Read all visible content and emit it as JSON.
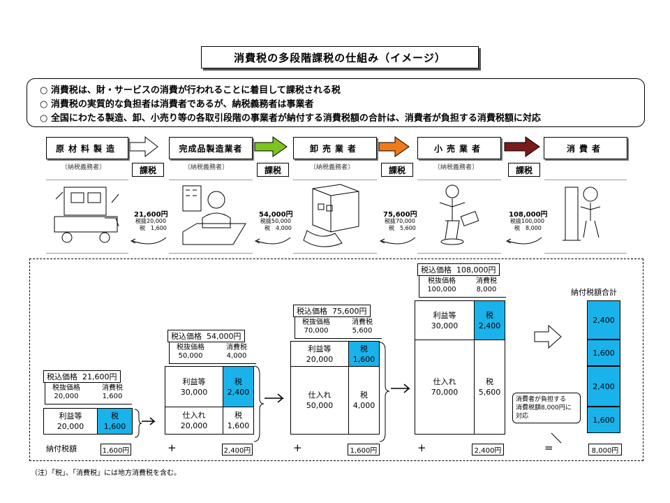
{
  "title": "消費税の多段階課税の仕組み（イメージ）",
  "intro": [
    "○ 消費税は、財・サービスの消費が行われることに着目して課税される税",
    "○ 消費税の実質的な負担者は消費者であるが、納税義務者は事業者",
    "○ 全国にわたる製造、卸、小売り等の各取引段階の事業者が納付する消費税額の合計は、消費者が負担する消費税額に対応"
  ],
  "stages": [
    "原材料製造",
    "完成品製造業者",
    "卸売業者",
    "小売業者",
    "消費者"
  ],
  "obligor": "〔納税義務者〕",
  "tax_badge": "課税",
  "flows": [
    {
      "price": "21,600円",
      "ex_tax": "税抜20,000",
      "tax": "税　1,600"
    },
    {
      "price": "54,000円",
      "ex_tax": "税抜50,000",
      "tax": "税　4,000"
    },
    {
      "price": "75,600円",
      "ex_tax": "税抜70,000",
      "tax": "税　5,600"
    },
    {
      "price": "108,000円",
      "ex_tax": "税抜100,000",
      "tax": "税　8,000"
    }
  ],
  "colors": {
    "blue": "#1ab2ea",
    "arrow1": "#ffffff",
    "arrow2": "#7dc41f",
    "arrow3": "#f07a1a",
    "arrow4": "#7a1a1a"
  },
  "labels": {
    "tax_incl": "税込価格",
    "ex_tax": "税抜価格",
    "consumption_tax": "消費税",
    "profit": "利益等",
    "tax": "税",
    "purchase": "仕入れ",
    "paid_tax": "納付税額",
    "total_title": "納付税額合計",
    "plus": "+",
    "equals": "="
  },
  "columns": [
    {
      "tax_incl": "21,600円",
      "ex_tax": "20,000",
      "ctax": "1,600",
      "profit": "20,000",
      "profit_tax": "1,600",
      "pay": "1,600円"
    },
    {
      "tax_incl": "54,000円",
      "ex_tax": "50,000",
      "ctax": "4,000",
      "profit": "30,000",
      "profit_tax": "2,400",
      "purchase": "20,000",
      "purchase_tax": "1,600",
      "pay": "2,400円"
    },
    {
      "tax_incl": "75,600円",
      "ex_tax": "70,000",
      "ctax": "5,600",
      "profit": "20,000",
      "profit_tax": "1,600",
      "purchase": "50,000",
      "purchase_tax": "4,000",
      "pay": "1,600円"
    },
    {
      "tax_incl": "108,000円",
      "ex_tax": "100,000",
      "ctax": "8,000",
      "profit": "30,000",
      "profit_tax": "2,400",
      "purchase": "70,000",
      "purchase_tax": "5,600",
      "pay": "2,400円"
    }
  ],
  "total": {
    "segments": [
      "2,400",
      "1,600",
      "2,400",
      "1,600"
    ],
    "pay": "8,000円"
  },
  "callout": [
    "消費者が負担する",
    "消費税額8,000円に",
    "対応"
  ],
  "note": "（注）「税」、「消費税」には地方消費税を含む。"
}
